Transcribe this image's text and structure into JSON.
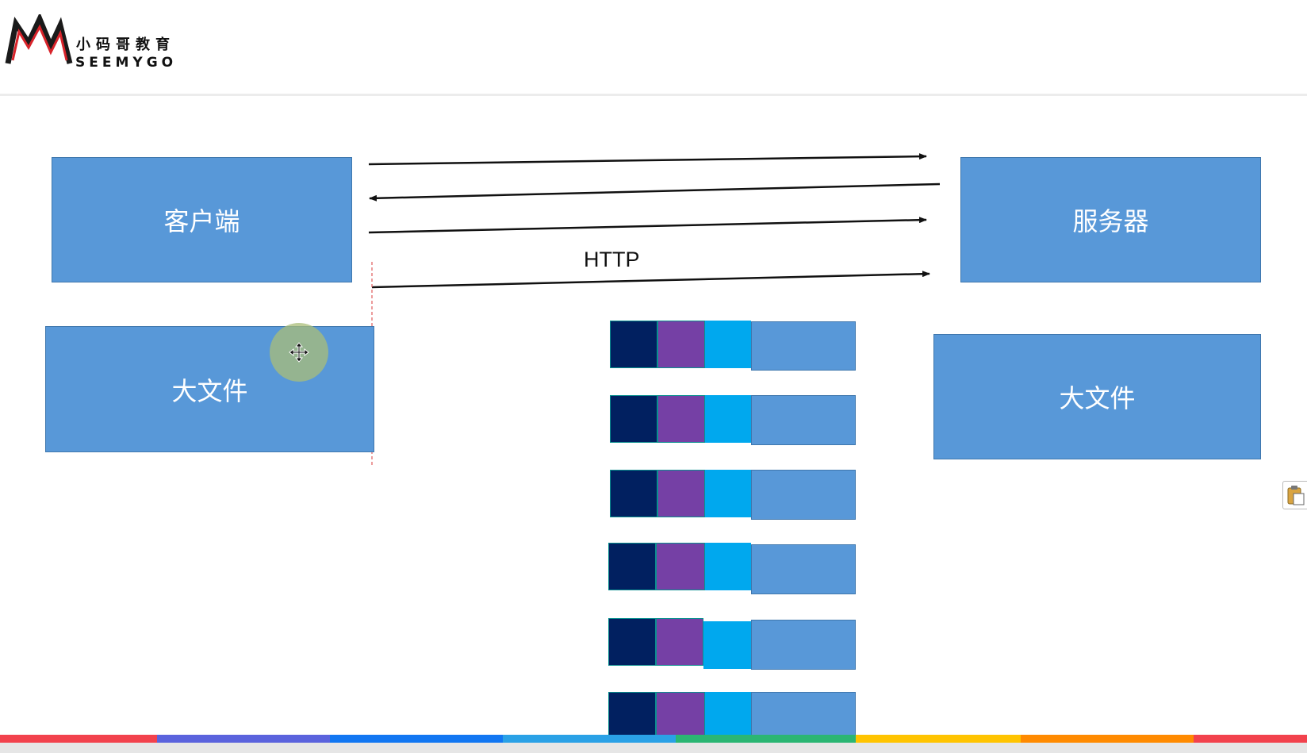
{
  "header": {
    "logo_cn": "小码哥教育",
    "logo_en": "SEEMYGO"
  },
  "diagram": {
    "client_label": "客户端",
    "server_label": "服务器",
    "client_file_label": "大文件",
    "server_file_label": "大文件",
    "protocol_label": "HTTP",
    "packet_count": 6
  },
  "colors": {
    "box_fill": "#5898d8",
    "packet_dark_navy": "#012060",
    "packet_purple": "#7540a5",
    "packet_cyan": "#00a8ee",
    "packet_blue": "#5898d8",
    "progress_bar": [
      "#f2424d",
      "#5b63dd",
      "#1277f2",
      "#2aa1e6",
      "#2bb673",
      "#ffc400",
      "#ff8a00",
      "#f2424d"
    ]
  },
  "icons": [
    "move-cursor-icon",
    "clipboard-icon"
  ]
}
